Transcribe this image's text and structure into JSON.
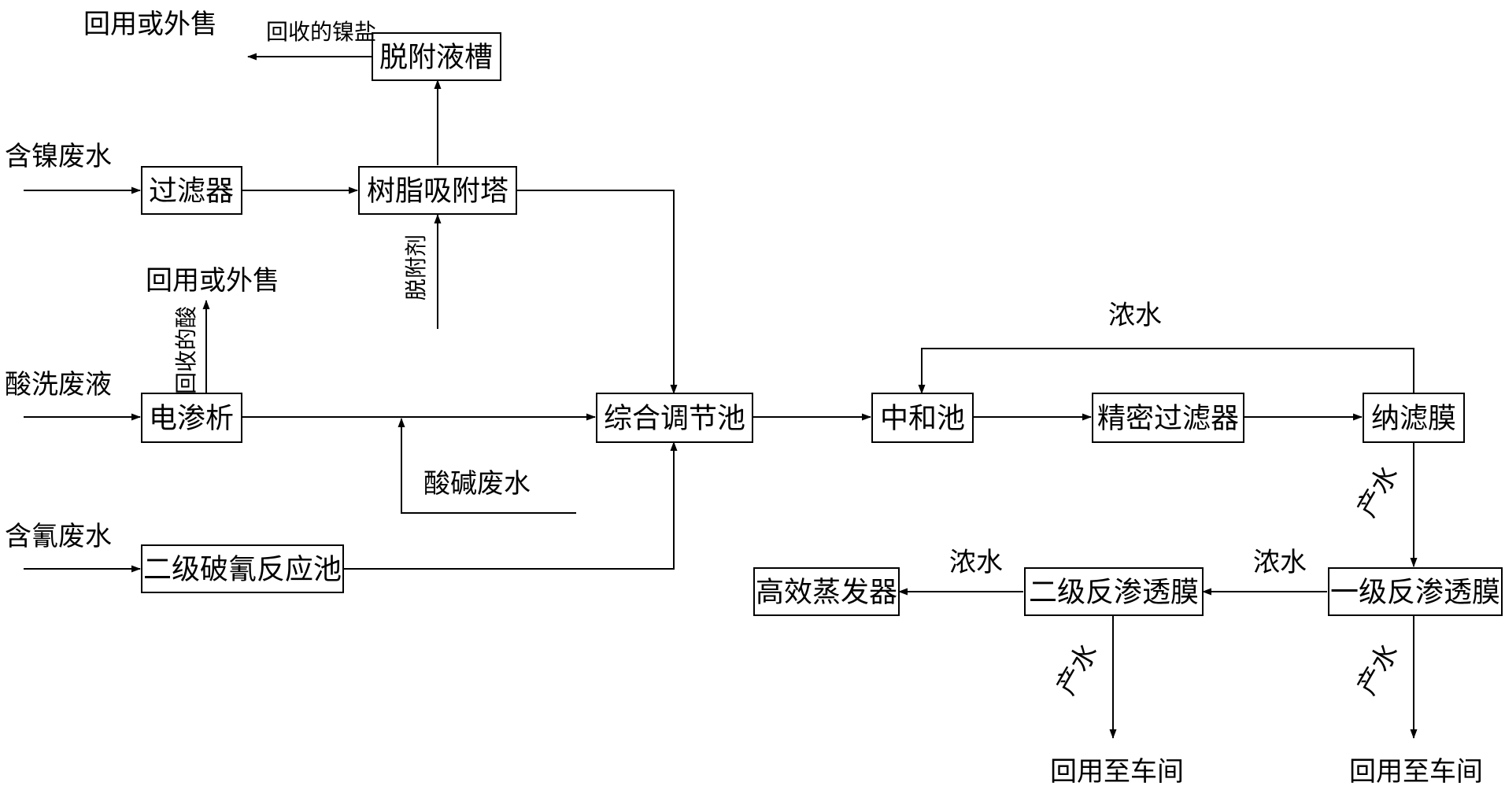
{
  "inputs": {
    "nickel_wastewater": "含镍废水",
    "acid_wash_waste": "酸洗废液",
    "cyanide_wastewater": "含氰废水",
    "acid_alkali_wastewater": "酸碱废水"
  },
  "nodes": {
    "filter": "过滤器",
    "resin_tower": "树脂吸附塔",
    "desorption_tank": "脱附液槽",
    "electrodialysis": "电渗析",
    "cyanide_breaking_tank": "二级破氰反应池",
    "equalization_tank": "综合调节池",
    "neutralization_tank": "中和池",
    "precision_filter": "精密过滤器",
    "nanofiltration": "纳滤膜",
    "ro_stage1": "一级反渗透膜",
    "ro_stage2": "二级反渗透膜",
    "evaporator": "高效蒸发器"
  },
  "labels": {
    "reuse_or_sell_top": "回用或外售",
    "recovered_nickel_salt": "回收的镍盐",
    "desorbent": "脱附剂",
    "reuse_or_sell_mid": "回用或外售",
    "recovered_acid": "回收的酸",
    "concentrate_nf": "浓水",
    "product_water_nf": "产水",
    "concentrate_ro1": "浓水",
    "concentrate_ro2": "浓水",
    "product_water_ro2": "产水",
    "product_water_ro1": "产水",
    "reuse_workshop_ro2": "回用至车间",
    "reuse_workshop_ro1": "回用至车间"
  }
}
